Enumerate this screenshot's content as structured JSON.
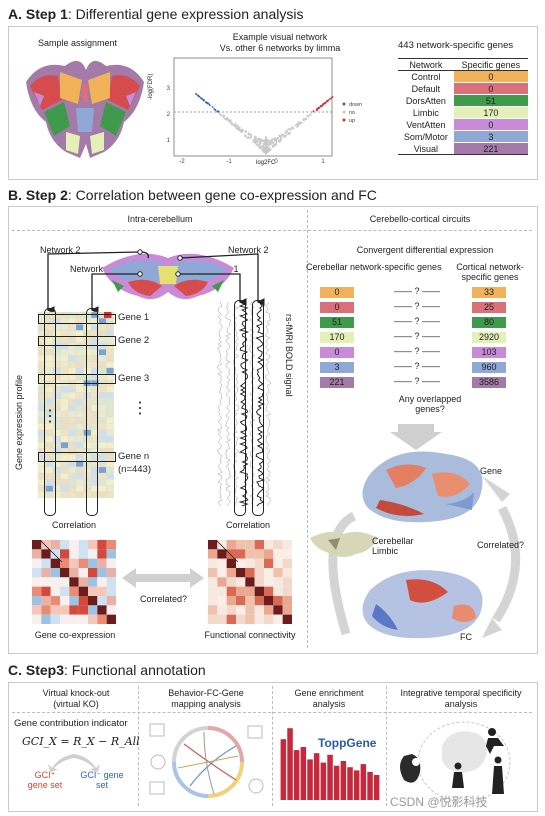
{
  "stepA": {
    "prefix": "A. Step 1",
    "title": ": Differential gene expression analysis",
    "sample_label": "Sample assignment",
    "volcano_title_1": "Example visual network",
    "volcano_title_2": "Vs. other 6 networks by limma",
    "volcano_ylabel": "-log(FDR)",
    "volcano_xlabel": "log2FC",
    "volcano_legend": [
      "down",
      "no",
      "up"
    ],
    "volcano_xticks": [
      "-2",
      "-1",
      "0",
      "1"
    ],
    "volcano_yticks": [
      "1",
      "2",
      "3"
    ],
    "table_title": "443 network-specific genes",
    "table_header": [
      "Network",
      "Specific genes"
    ],
    "table_rows": [
      {
        "network": "Control",
        "genes": "0",
        "color": "#f2b25a"
      },
      {
        "network": "Default",
        "genes": "0",
        "color": "#d9707a"
      },
      {
        "network": "DorsAtten",
        "genes": "51",
        "color": "#3f9a4c"
      },
      {
        "network": "Limbic",
        "genes": "170",
        "color": "#e5efb8"
      },
      {
        "network": "VentAtten",
        "genes": "0",
        "color": "#c98ad8"
      },
      {
        "network": "Som/Motor",
        "genes": "3",
        "color": "#8fa8d6"
      },
      {
        "network": "Visual",
        "genes": "221",
        "color": "#a37aa8"
      }
    ]
  },
  "stepB": {
    "prefix": "B. Step 2",
    "title": ": Correlation between gene co-expression and FC",
    "left_title": "Intra-cerebellum",
    "right_title": "Cerebello-cortical circuits",
    "network2_left": "Network 2",
    "network2_right": "Network 2",
    "network1_left": "Network 1",
    "network1_right": "Network 1",
    "genes": [
      "Gene 1",
      "Gene 2",
      "Gene 3",
      "Gene n",
      "(n=443)"
    ],
    "ellipsis": "⋮",
    "gene_expression_label": "Gene expression profile",
    "bold_label": "rs-fMRI BOLD signal",
    "correlation": "Correlation",
    "correlated_q": "Correlated?",
    "gene_coexpression": "Gene co-expression",
    "functional_connectivity": "Functional connectivity",
    "convergent": "Convergent differential expression",
    "cereb_header": "Cerebellar network-specific genes",
    "cort_header": "Cortical network-specific genes",
    "cereb_values": [
      "0",
      "0",
      "51",
      "170",
      "0",
      "3",
      "221"
    ],
    "cort_values": [
      "33",
      "25",
      "80",
      "2920",
      "103",
      "960",
      "3586"
    ],
    "row_colors": [
      "#f2b25a",
      "#d9707a",
      "#3f9a4c",
      "#e5efb8",
      "#c98ad8",
      "#8fa8d6",
      "#a37aa8"
    ],
    "question_mark": "?",
    "overlap_q": "Any overlapped genes?",
    "gene_brain": "Gene",
    "fc_brain": "FC",
    "cerebellar_limbic": "Cerebellar Limbic",
    "correlated_q2": "Correlated?"
  },
  "stepC": {
    "prefix": "C. Step3",
    "title": ": Functional annotation",
    "col1_title": "Virtual knock-out (virtual KO)",
    "col2_title": "Behavior-FC-Gene mapping analysis",
    "col3_title": "Gene enrichment analysis",
    "col4_title": "Integrative temporal specificity analysis",
    "indicator_label": "Gene contribution indicator",
    "formula": "GCI_X = R_X − R_All",
    "gci_plus": "GCI⁺ gene set",
    "gci_minus": "GCI⁻ gene set",
    "toppgene": "ToppGene",
    "enrich_values": [
      0.78,
      0.92,
      0.64,
      0.68,
      0.52,
      0.6,
      0.48,
      0.58,
      0.44,
      0.5,
      0.42,
      0.38,
      0.46,
      0.36,
      0.32
    ]
  },
  "watermark": "CSDN @悦影科技"
}
